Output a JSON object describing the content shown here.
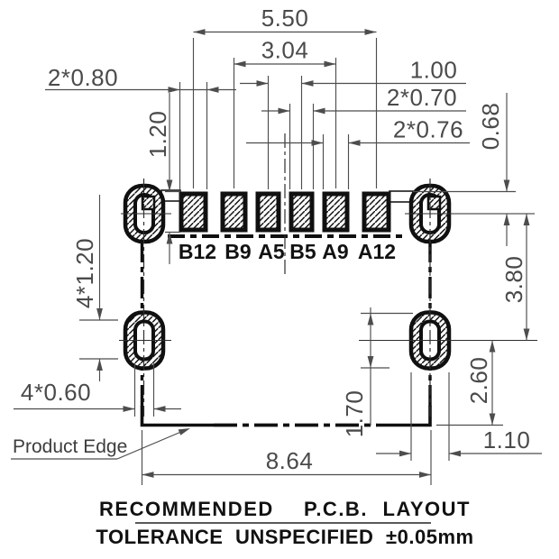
{
  "title": {
    "line1": "RECOMMENDED  P.C.B. LAYOUT",
    "line2": "TOLERANCE UNSPECIFIED ±0.05mm"
  },
  "labels": {
    "product_edge": "Product Edge"
  },
  "pads": [
    "B12",
    "B9",
    "A5",
    "B5",
    "A9",
    "A12"
  ],
  "dims": {
    "outer_pad_span": "5.50",
    "inner_pad_span": "3.04",
    "outer_pad_width": "2*0.80",
    "center_pitch": "1.00",
    "center_pad_width": "2*0.70",
    "mid_pad_width": "2*0.76",
    "pad_height": "1.20",
    "pad_to_hole_center": "0.68",
    "slot_height": "4*1.20",
    "slot_width": "4*0.60",
    "hole_row_spacing": "3.80",
    "hole_to_edge": "2.60",
    "oval_pad_height": "1.70",
    "oval_pad_width": "1.10",
    "body_width": "8.64"
  },
  "colors": {
    "ink": "#101010",
    "dim_line": "#4d4d4d",
    "background": "#ffffff"
  }
}
